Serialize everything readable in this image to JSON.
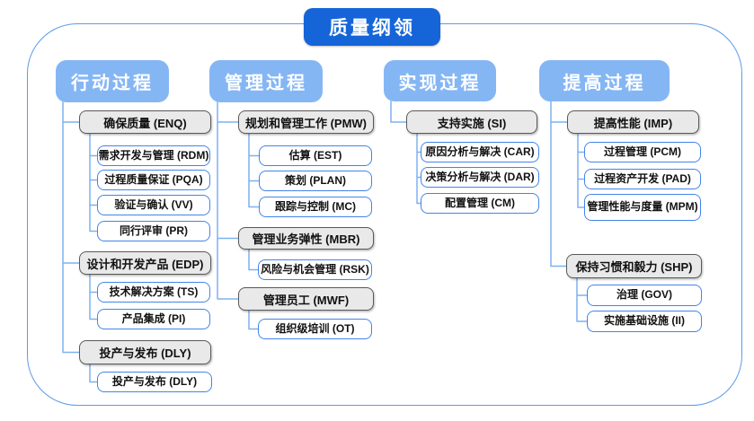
{
  "title": "质量纲领",
  "colors": {
    "title_bg": "#1565D8",
    "header_bg": "#85B6F4",
    "frame_border": "#5C9BE8",
    "connector": "#7FB0F0",
    "gray_fill": "#E9E9E9",
    "gray_border": "#595959",
    "item_border": "#4285E8"
  },
  "columns": [
    {
      "id": "act",
      "label": "行动过程",
      "groups": [
        {
          "id": "enq",
          "label": "确保质量 (ENQ)",
          "items": [
            {
              "id": "rdm",
              "label": "需求开发与管理 (RDM)"
            },
            {
              "id": "pqa",
              "label": "过程质量保证 (PQA)"
            },
            {
              "id": "vv",
              "label": "验证与确认 (VV)"
            },
            {
              "id": "pr",
              "label": "同行评审 (PR)"
            }
          ]
        },
        {
          "id": "edp",
          "label": "设计和开发产品 (EDP)",
          "items": [
            {
              "id": "ts",
              "label": "技术解决方案 (TS)"
            },
            {
              "id": "pi",
              "label": "产品集成 (PI)"
            }
          ]
        },
        {
          "id": "dly",
          "label": "投产与发布 (DLY)",
          "items": [
            {
              "id": "dly2",
              "label": "投产与发布 (DLY)"
            }
          ]
        }
      ]
    },
    {
      "id": "mgmt",
      "label": "管理过程",
      "groups": [
        {
          "id": "pmw",
          "label": "规划和管理工作 (PMW)",
          "items": [
            {
              "id": "est",
              "label": "估算 (EST)"
            },
            {
              "id": "plan",
              "label": "策划 (PLAN)"
            },
            {
              "id": "mc",
              "label": "跟踪与控制 (MC)"
            }
          ]
        },
        {
          "id": "mbr",
          "label": "管理业务弹性 (MBR)",
          "items": [
            {
              "id": "rsk",
              "label": "风险与机会管理 (RSK)"
            }
          ]
        },
        {
          "id": "mwf",
          "label": "管理员工 (MWF)",
          "items": [
            {
              "id": "ot",
              "label": "组织级培训 (OT)"
            }
          ]
        }
      ]
    },
    {
      "id": "impl",
      "label": "实现过程",
      "groups": [
        {
          "id": "si",
          "label": "支持实施 (SI)",
          "items": [
            {
              "id": "car",
              "label": "原因分析与解决 (CAR)"
            },
            {
              "id": "dar",
              "label": "决策分析与解决 (DAR)"
            },
            {
              "id": "cm",
              "label": "配置管理 (CM)"
            }
          ]
        }
      ]
    },
    {
      "id": "improve",
      "label": "提高过程",
      "groups": [
        {
          "id": "imp",
          "label": "提高性能 (IMP)",
          "items": [
            {
              "id": "pcm",
              "label": "过程管理 (PCM)"
            },
            {
              "id": "pad",
              "label": "过程资产开发 (PAD)"
            },
            {
              "id": "mpm",
              "label": "管理性能与度量 (MPM)"
            }
          ]
        },
        {
          "id": "shp",
          "label": "保持习惯和毅力 (SHP)",
          "items": [
            {
              "id": "gov",
              "label": "治理 (GOV)"
            },
            {
              "id": "ii",
              "label": "实施基础设施 (II)"
            }
          ]
        }
      ]
    }
  ]
}
